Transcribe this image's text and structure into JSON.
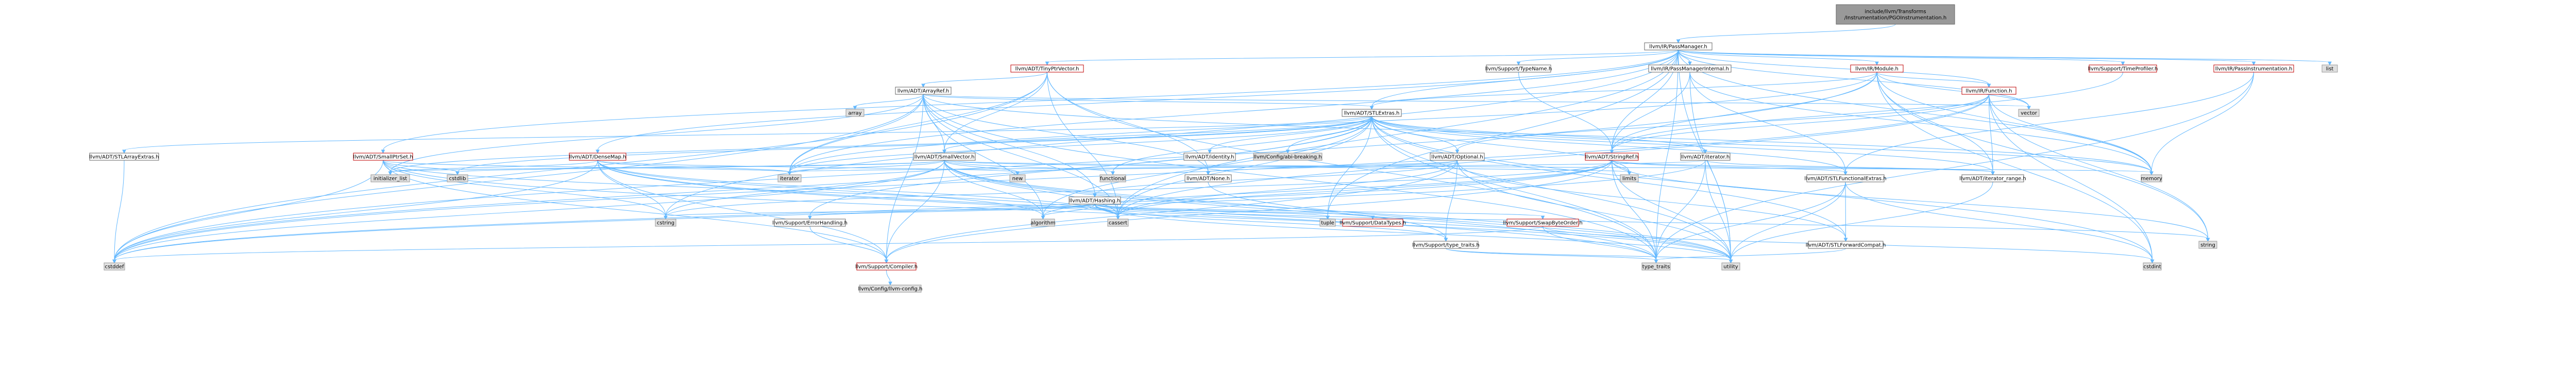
{
  "diagram": {
    "type": "include-dependency-graph",
    "colors": {
      "root_fill": "#999999",
      "linked_fill": "#ffffff",
      "linked_stroke": "#666666",
      "linked_text": "#000000",
      "red_text": "#bf0000",
      "red_stroke": "#bf0000",
      "system_fill": "#e0e0e0",
      "system_stroke": "#999999",
      "edge": "#63b8ff"
    },
    "nodes": [
      {
        "id": "root",
        "label": "include/llvm/Transforms/Instrumentation/PGOInstrumentation.h",
        "lines": [
          "include/llvm/Transforms",
          "/Instrumentation/PGOInstrumentation.h"
        ],
        "kind": "root"
      },
      {
        "id": "passmanager",
        "label": "llvm/IR/PassManager.h",
        "kind": "linked"
      },
      {
        "id": "tinyptrvector",
        "label": "llvm/ADT/TinyPtrVector.h",
        "kind": "red"
      },
      {
        "id": "typename",
        "label": "llvm/Support/TypeName.h",
        "kind": "linked"
      },
      {
        "id": "passmanagerinternal",
        "label": "llvm/IR/PassManagerInternal.h",
        "kind": "linked"
      },
      {
        "id": "module",
        "label": "llvm/IR/Module.h",
        "kind": "red"
      },
      {
        "id": "timeprofiler",
        "label": "llvm/Support/TimeProfiler.h",
        "kind": "red"
      },
      {
        "id": "passinstrumentation",
        "label": "llvm/IR/PassInstrumentation.h",
        "kind": "red"
      },
      {
        "id": "list",
        "label": "list",
        "kind": "system"
      },
      {
        "id": "arrayref",
        "label": "llvm/ADT/ArrayRef.h",
        "kind": "linked"
      },
      {
        "id": "function",
        "label": "llvm/IR/Function.h",
        "kind": "red"
      },
      {
        "id": "vector",
        "label": "vector",
        "kind": "system"
      },
      {
        "id": "stlextras",
        "label": "llvm/ADT/STLExtras.h",
        "kind": "linked"
      },
      {
        "id": "array",
        "label": "array",
        "kind": "system"
      },
      {
        "id": "smallvector",
        "label": "llvm/ADT/SmallVector.h",
        "kind": "linked"
      },
      {
        "id": "identity",
        "label": "llvm/ADT/identity.h",
        "kind": "linked"
      },
      {
        "id": "abibreaking",
        "label": "llvm/Config/abi-breaking.h",
        "kind": "system"
      },
      {
        "id": "optional",
        "label": "llvm/ADT/Optional.h",
        "kind": "linked"
      },
      {
        "id": "stringref",
        "label": "llvm/ADT/StringRef.h",
        "kind": "red"
      },
      {
        "id": "iterator",
        "label": "llvm/ADT/iterator.h",
        "kind": "linked"
      },
      {
        "id": "stlarrayextras",
        "label": "llvm/ADT/STLArrayExtras.h",
        "kind": "linked"
      },
      {
        "id": "smallptrset",
        "label": "llvm/ADT/SmallPtrSet.h",
        "kind": "red"
      },
      {
        "id": "densemap",
        "label": "llvm/ADT/DenseMap.h",
        "kind": "red"
      },
      {
        "id": "initializer_list",
        "label": "initializer_list",
        "kind": "system"
      },
      {
        "id": "cstdlib",
        "label": "cstdlib",
        "kind": "system"
      },
      {
        "id": "iterator_sys",
        "label": "iterator",
        "kind": "system"
      },
      {
        "id": "new",
        "label": "new",
        "kind": "system"
      },
      {
        "id": "functional",
        "label": "functional",
        "kind": "system"
      },
      {
        "id": "none",
        "label": "llvm/ADT/None.h",
        "kind": "linked"
      },
      {
        "id": "hashing",
        "label": "llvm/ADT/Hashing.h",
        "kind": "linked"
      },
      {
        "id": "limits",
        "label": "limits",
        "kind": "system"
      },
      {
        "id": "stlfunctionalextras",
        "label": "llvm/ADT/STLFunctionalExtras.h",
        "kind": "linked"
      },
      {
        "id": "iterator_range",
        "label": "llvm/ADT/iterator_range.h",
        "kind": "linked"
      },
      {
        "id": "memory",
        "label": "memory",
        "kind": "system"
      },
      {
        "id": "cstring",
        "label": "cstring",
        "kind": "system"
      },
      {
        "id": "errorhandling",
        "label": "llvm/Support/ErrorHandling.h",
        "kind": "linked"
      },
      {
        "id": "algorithm",
        "label": "algorithm",
        "kind": "system"
      },
      {
        "id": "cassert",
        "label": "cassert",
        "kind": "system"
      },
      {
        "id": "tuple",
        "label": "tuple",
        "kind": "system"
      },
      {
        "id": "datatypes",
        "label": "llvm/Support/DataTypes.h",
        "kind": "red"
      },
      {
        "id": "swapbyteorder",
        "label": "llvm/Support/SwapByteOrder.h",
        "kind": "red"
      },
      {
        "id": "typetraits",
        "label": "llvm/Support/type_traits.h",
        "kind": "linked"
      },
      {
        "id": "stlforwardcompat",
        "label": "llvm/ADT/STLForwardCompat.h",
        "kind": "linked"
      },
      {
        "id": "string",
        "label": "string",
        "kind": "system"
      },
      {
        "id": "cstddef",
        "label": "cstddef",
        "kind": "system"
      },
      {
        "id": "compiler",
        "label": "llvm/Support/Compiler.h",
        "kind": "red"
      },
      {
        "id": "type_traits",
        "label": "type_traits",
        "kind": "system"
      },
      {
        "id": "utility",
        "label": "utility",
        "kind": "system"
      },
      {
        "id": "cstdint",
        "label": "cstdint",
        "kind": "system"
      },
      {
        "id": "llvmconfig",
        "label": "llvm/Config/llvm-config.h",
        "kind": "system"
      }
    ]
  }
}
